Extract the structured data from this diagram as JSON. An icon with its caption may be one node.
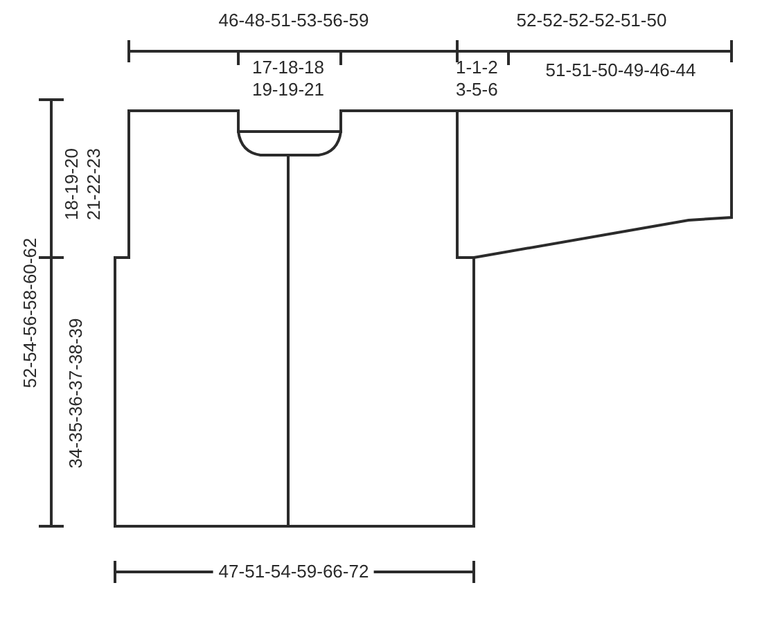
{
  "diagram": {
    "labels": [
      "46-48-51-53-56-59",
      "52-52-52-52-51-50",
      "17-18-18 19-19-21",
      "1-1-2 3-5-6",
      "51-51-50-49-46-44",
      "52-54-56-58-60-62",
      "18-19-20 21-22-23",
      "34-35-36-37-38-39",
      "47-51-54-59-66-72"
    ]
  }
}
